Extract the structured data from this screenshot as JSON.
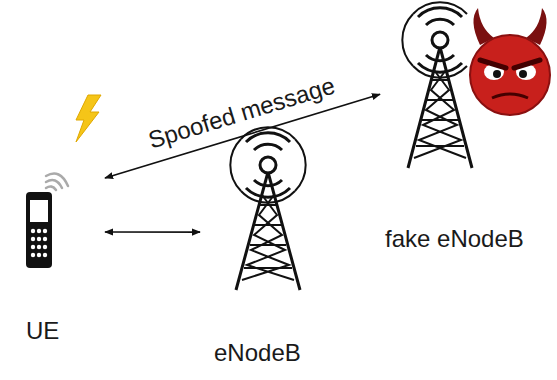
{
  "diagram": {
    "nodes": [
      {
        "text": [
          "UE"
        ]
      },
      {
        "text": [
          "eNodeB"
        ]
      },
      {
        "text": [
          "fake eNodeB"
        ]
      }
    ],
    "edges": [
      {
        "from": 0,
        "to": 1,
        "arrow": "both"
      },
      {
        "from": 0,
        "to": 2,
        "label": "Spoofed message",
        "arrow": "both"
      }
    ]
  }
}
